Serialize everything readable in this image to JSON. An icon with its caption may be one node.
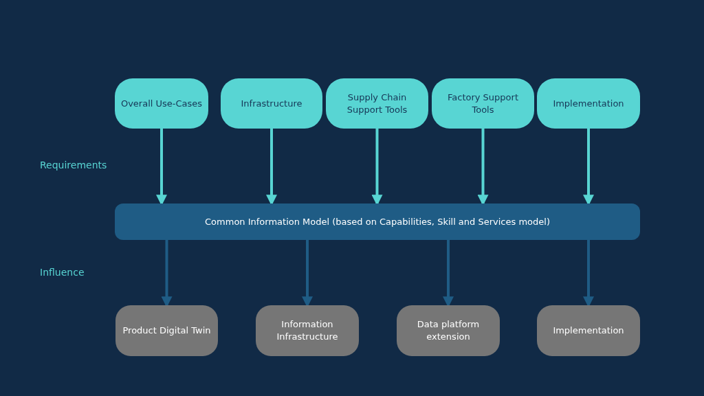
{
  "diagram": {
    "nodes": [
      {
        "text": [
          "Overall Use-Cases"
        ]
      },
      {
        "text": [
          "Infrastructure"
        ]
      },
      {
        "text": [
          "Supply Chain Support Tools"
        ]
      },
      {
        "text": [
          "Factory Support Tools"
        ]
      },
      {
        "text": [
          "Implementation"
        ]
      },
      {
        "text": [
          "Common Information Model (based on Capabilities, Skill and Services model)"
        ]
      },
      {
        "text": [
          "Product Digital Twin"
        ]
      },
      {
        "text": [
          "Information Infrastructure"
        ]
      },
      {
        "text": [
          "Data platform extension"
        ]
      },
      {
        "text": [
          "Implementation"
        ]
      }
    ],
    "edges": [
      {
        "from": 0,
        "to": 5,
        "arrow": "to"
      },
      {
        "from": 1,
        "to": 5,
        "arrow": "to"
      },
      {
        "from": 2,
        "to": 5,
        "arrow": "to"
      },
      {
        "from": 3,
        "to": 5,
        "arrow": "to"
      },
      {
        "from": 4,
        "to": 5,
        "arrow": "to"
      },
      {
        "from": 5,
        "to": 6,
        "arrow": "to",
        "color": "#1f5c85"
      },
      {
        "from": 5,
        "to": 7,
        "arrow": "to",
        "color": "#1f5c85"
      },
      {
        "from": 5,
        "to": 8,
        "arrow": "to",
        "color": "#1f5c85"
      },
      {
        "from": 5,
        "to": 9,
        "arrow": "to",
        "color": "#1f5c85"
      }
    ],
    "labels": [
      "Requirements",
      "Influence"
    ]
  }
}
